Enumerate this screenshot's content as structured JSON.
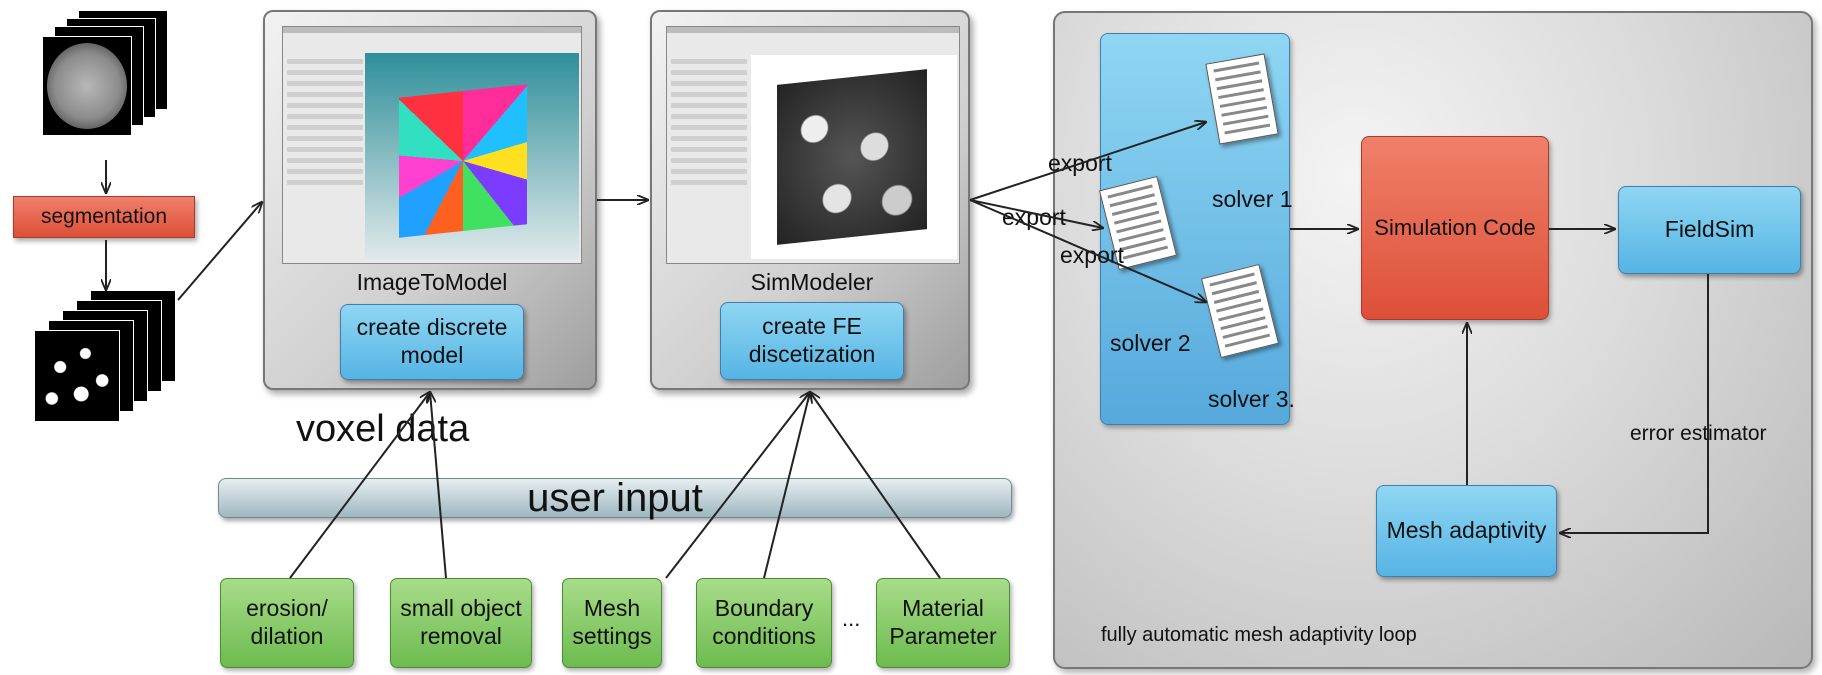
{
  "left_pipeline": {
    "segmentation_label": "segmentation",
    "voxel_data_label": "voxel data"
  },
  "image_to_model": {
    "title": "ImageToModel",
    "action_label": "create discrete model"
  },
  "sim_modeler": {
    "title": "SimModeler",
    "action_label": "create FE discetization"
  },
  "user_input": {
    "label": "user input",
    "items": [
      "erosion/ dilation",
      "small object removal",
      "Mesh settings",
      "Boundary conditions",
      "Material Parameter"
    ],
    "ellipsis": "..."
  },
  "export_labels": [
    "export",
    "export",
    "export"
  ],
  "loop_panel": {
    "solvers": [
      "solver 1",
      "solver 2",
      "solver 3."
    ],
    "simulation_code": "Simulation Code",
    "fieldsim": "FieldSim",
    "error_estimator": "error estimator",
    "mesh_adaptivity": "Mesh adaptivity",
    "caption": "fully automatic mesh adaptivity loop"
  },
  "colors": {
    "blue_box": "#6cc4ec",
    "green_box": "#86c96a",
    "red_box": "#e8664e",
    "panel_gray": "#d0d0d0"
  }
}
